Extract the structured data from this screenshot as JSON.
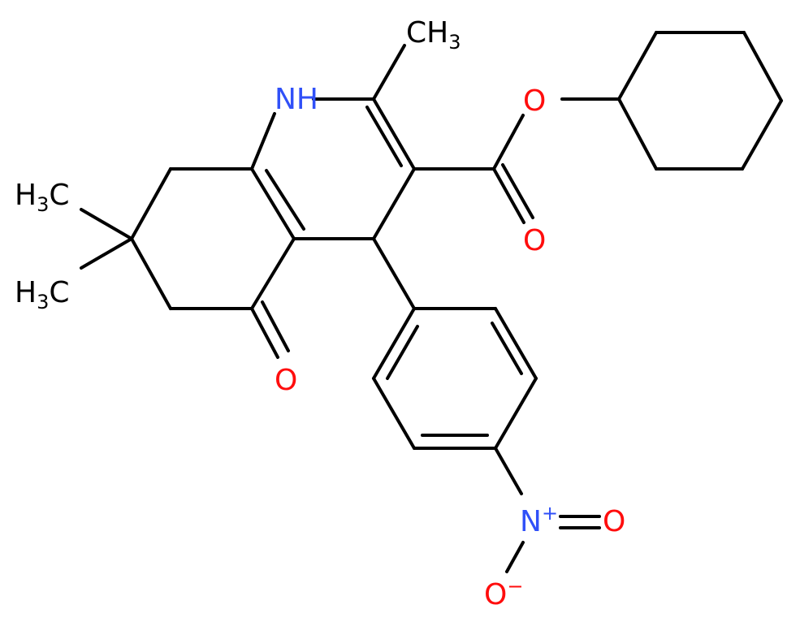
{
  "molecule": {
    "colors": {
      "carbon": "#000000",
      "nitrogen": "#3050F8",
      "oxygen": "#FF0D0D",
      "background": "#FFFFFF"
    },
    "labels": {
      "nh": "NH",
      "ch3_top": "CH",
      "ch3_top_sub": "3",
      "h3c_upper": "H",
      "h3c_upper_sub": "3",
      "h3c_upper_c": "C",
      "h3c_lower": "H",
      "h3c_lower_sub": "3",
      "h3c_lower_c": "C",
      "ester_o": "O",
      "carbonyl_o": "O",
      "ketone_o": "O",
      "nitro_n": "N",
      "nitro_n_charge": "+",
      "nitro_o_double": "O",
      "nitro_o_minus": "O",
      "nitro_o_charge": "−"
    }
  }
}
